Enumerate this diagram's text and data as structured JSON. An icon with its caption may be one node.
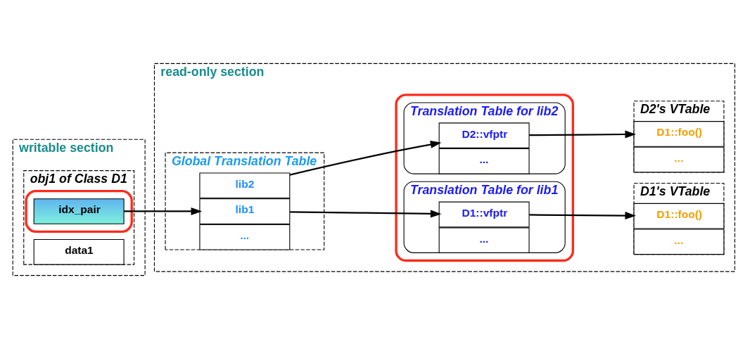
{
  "diagram": {
    "nodes": [
      {
        "text": [
          "writable section"
        ]
      },
      {
        "text": [
          "obj1 of Class D1"
        ],
        "in": 0
      },
      {
        "text": [],
        "shape": "ellipse",
        "in": 1
      },
      {
        "text": [
          "idx_pair"
        ],
        "in": 2
      },
      {
        "text": [
          "data1"
        ],
        "in": 1
      },
      {
        "text": [
          "read-only section"
        ]
      },
      {
        "text": [
          "Global Translation Table"
        ],
        "in": 5
      },
      {
        "text": [
          "lib1"
        ],
        "in": 6
      },
      {
        "text": [
          "lib2"
        ],
        "in": 6
      },
      {
        "text": [
          "..."
        ],
        "in": 6
      },
      {
        "text": [],
        "shape": "ellipse",
        "in": 5
      },
      {
        "text": [
          "Translation Table for lib1"
        ],
        "in": 10
      },
      {
        "text": [
          "D1::vfptr"
        ],
        "in": 11
      },
      {
        "text": [
          "..."
        ],
        "in": 11
      },
      {
        "text": [
          "Translation Table for lib2"
        ],
        "in": 10
      },
      {
        "text": [
          "D2::vfptr"
        ],
        "in": 14
      },
      {
        "text": [
          "..."
        ],
        "in": 14
      },
      {
        "text": [
          "D1's VTable"
        ],
        "in": 5
      },
      {
        "text": [
          "D1::foo()"
        ],
        "in": 17
      },
      {
        "text": [
          "..."
        ],
        "in": 17
      },
      {
        "text": [
          "D2's VTable"
        ],
        "in": 5
      },
      {
        "text": [
          "D1::foo()"
        ],
        "in": 20
      },
      {
        "text": [
          "..."
        ],
        "in": 20
      }
    ],
    "edges": [
      {
        "from": 3,
        "to": 7,
        "arrow": "to"
      },
      {
        "from": 7,
        "to": 12,
        "arrow": "to"
      },
      {
        "from": 8,
        "to": 15,
        "arrow": "to"
      },
      {
        "from": 12,
        "to": 18,
        "arrow": "to"
      },
      {
        "from": 15,
        "to": 21,
        "arrow": "to"
      }
    ]
  }
}
